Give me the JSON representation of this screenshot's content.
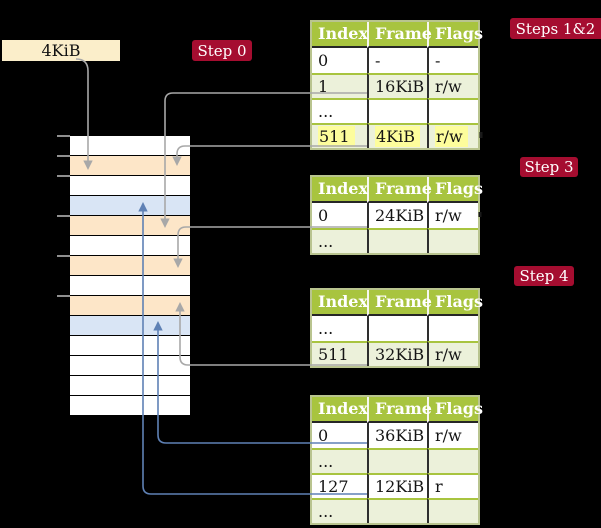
{
  "colors": {
    "bg": "#000000",
    "badge-red": "#a50d30",
    "olive": "#a8c43f",
    "row-green": "#ecf1da",
    "row-white": "#ffffff",
    "peach": "#fde6c8",
    "blue-row": "#d9e5f5",
    "cream": "#fbeeca",
    "gray-arrow": "#a8a8a8",
    "blue-arrow": "#5f81b5",
    "highlight-yellow": "#fdfd9c",
    "table-border": "#b9c48f"
  },
  "labels": {
    "frame_box": "4KiB"
  },
  "badges": {
    "step0": "Step 0",
    "steps12": "Steps 1&2",
    "step3": "Step 3",
    "step4": "Step 4"
  },
  "memory": {
    "rows": [
      "white",
      "peach",
      "white",
      "blue",
      "peach",
      "white",
      "peach",
      "white",
      "peach",
      "blue",
      "white",
      "white",
      "white",
      "white"
    ],
    "tick_offsets": [
      0,
      20,
      40,
      80,
      120,
      160
    ]
  },
  "tables": [
    {
      "headers": [
        "Index",
        "Frame",
        "Flags"
      ],
      "rows": [
        {
          "index": "0",
          "frame": "-",
          "flags": "-"
        },
        {
          "index": "1",
          "frame": "16KiB",
          "flags": "r/w"
        },
        {
          "index": "...",
          "frame": "",
          "flags": ""
        },
        {
          "index": "511",
          "frame": "4KiB",
          "flags": "r/w"
        }
      ]
    },
    {
      "headers": [
        "Index",
        "Frame",
        "Flags"
      ],
      "rows": [
        {
          "index": "0",
          "frame": "24KiB",
          "flags": "r/w"
        },
        {
          "index": "...",
          "frame": "",
          "flags": ""
        }
      ]
    },
    {
      "headers": [
        "Index",
        "Frame",
        "Flags"
      ],
      "rows": [
        {
          "index": "...",
          "frame": "",
          "flags": ""
        },
        {
          "index": "511",
          "frame": "32KiB",
          "flags": "r/w"
        }
      ]
    },
    {
      "headers": [
        "Index",
        "Frame",
        "Flags"
      ],
      "rows": [
        {
          "index": "0",
          "frame": "36KiB",
          "flags": "r/w"
        },
        {
          "index": "...",
          "frame": "",
          "flags": ""
        },
        {
          "index": "127",
          "frame": "12KiB",
          "flags": "r"
        },
        {
          "index": "...",
          "frame": "",
          "flags": ""
        }
      ]
    }
  ]
}
